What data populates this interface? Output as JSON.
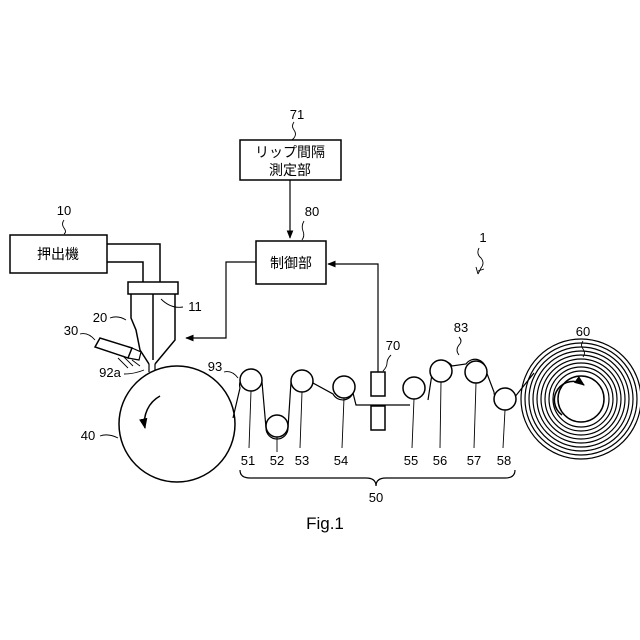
{
  "boxes": {
    "measure_line1": "リップ間隔",
    "measure_line2": "測定部",
    "controller": "制御部",
    "extruder": "押出機"
  },
  "refs": {
    "device": "1",
    "extruder": "10",
    "lip": "11",
    "die": "20",
    "nozzle": "30",
    "drum": "40",
    "rollers": "50",
    "r51": "51",
    "r52": "52",
    "r53": "53",
    "r54": "54",
    "r55": "55",
    "r56": "56",
    "r57": "57",
    "r58": "58",
    "winder": "60",
    "sensor": "70",
    "measure": "71",
    "controller": "80",
    "film": "83",
    "film_edge": "92a",
    "film_start": "93"
  },
  "caption": "Fig.1"
}
